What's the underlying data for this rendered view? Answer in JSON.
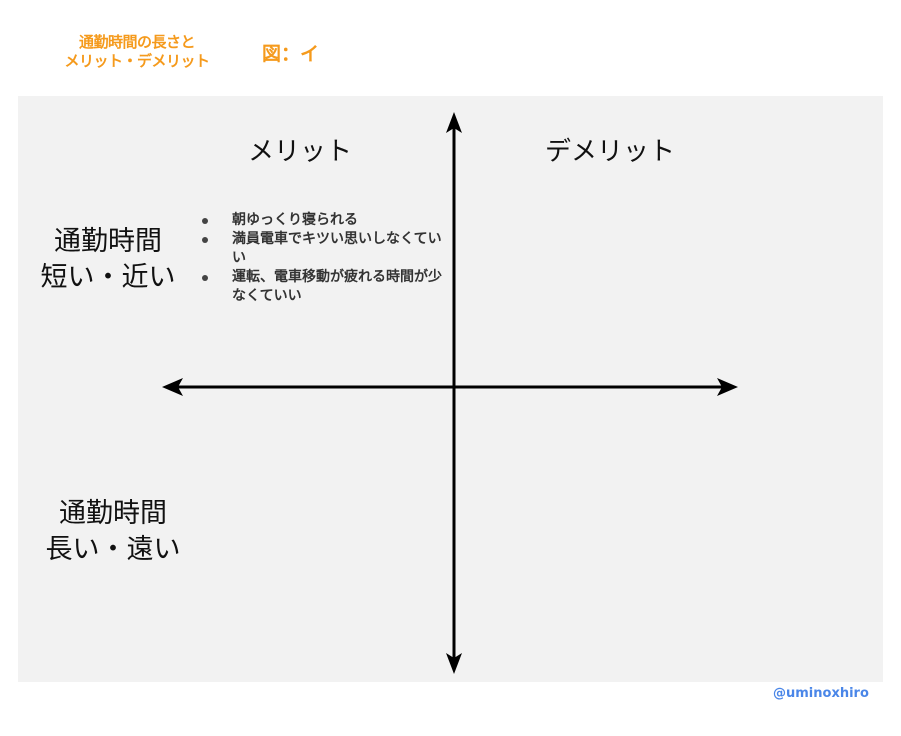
{
  "header": {
    "title_line1": "通勤時間の長さと",
    "title_line2": "メリット・デメリット",
    "figure_label": "図：イ"
  },
  "diagram": {
    "columns": {
      "left": "メリット",
      "right": "デメリット"
    },
    "rows": {
      "top": {
        "line1": "通勤時間",
        "line2": "短い・近い"
      },
      "bottom": {
        "line1": "通勤時間",
        "line2": "長い・遠い"
      }
    },
    "quadrants": {
      "top_left": [
        "朝ゆっくり寝られる",
        "満員電車でキツい思いしなくていい",
        "運転、電車移動が疲れる時間が少なくていい"
      ],
      "top_right": [],
      "bottom_left": [],
      "bottom_right": []
    },
    "colors": {
      "title": "#f59a1c",
      "panel_bg": "#f2f2f2",
      "axis": "#000000",
      "credit": "#4a86e8"
    }
  },
  "footer": {
    "credit": "@uminoxhiro"
  }
}
